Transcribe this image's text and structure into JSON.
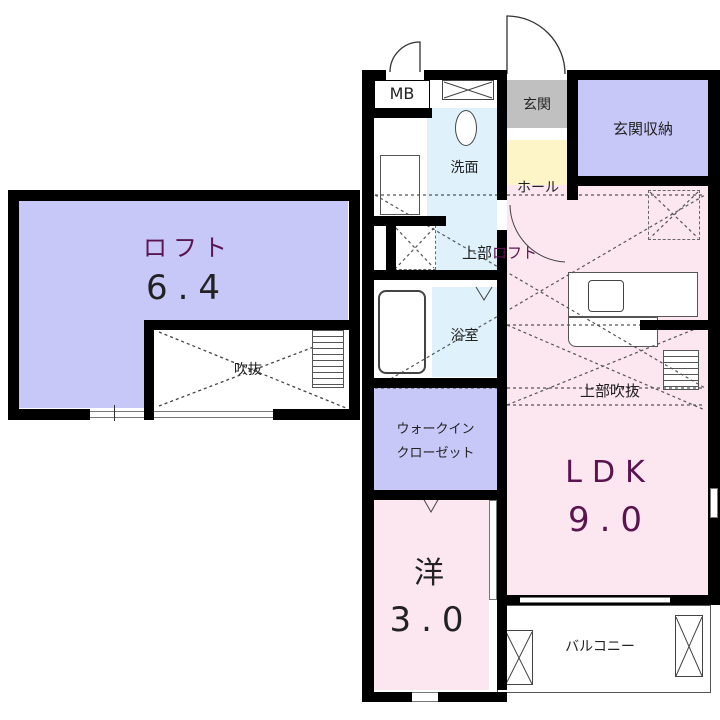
{
  "colors": {
    "wall": "#000000",
    "loft_fill": "#c8c8f8",
    "closet_fill": "#c8c8f8",
    "storage_fill": "#c8c8f8",
    "ldk_fill": "#fce6ef",
    "western_fill": "#fce6ef",
    "wet_fill": "#dff1fb",
    "entrance_fill": "#c0c0c0",
    "hall_fill": "#fdf5c8",
    "label_purple": "#5a1450"
  },
  "loft_plan": {
    "title": "ロフト",
    "area": "6.4",
    "void_label": "吹抜"
  },
  "main_plan": {
    "mb": "MB",
    "entrance": "玄関",
    "entrance_storage": "玄関収納",
    "washroom": "洗面",
    "hall": "ホール",
    "upper_loft": "上部",
    "upper_loft_purple": "ロフト",
    "bathroom": "浴室",
    "upper_void": "上部吹抜",
    "walkin_closet_line1": "ウォークイン",
    "walkin_closet_line2": "クローゼット",
    "ldk_name": "LDK",
    "ldk_area": "9.0",
    "western_name": "洋",
    "western_area": "3.0",
    "balcony": "バルコニー"
  }
}
